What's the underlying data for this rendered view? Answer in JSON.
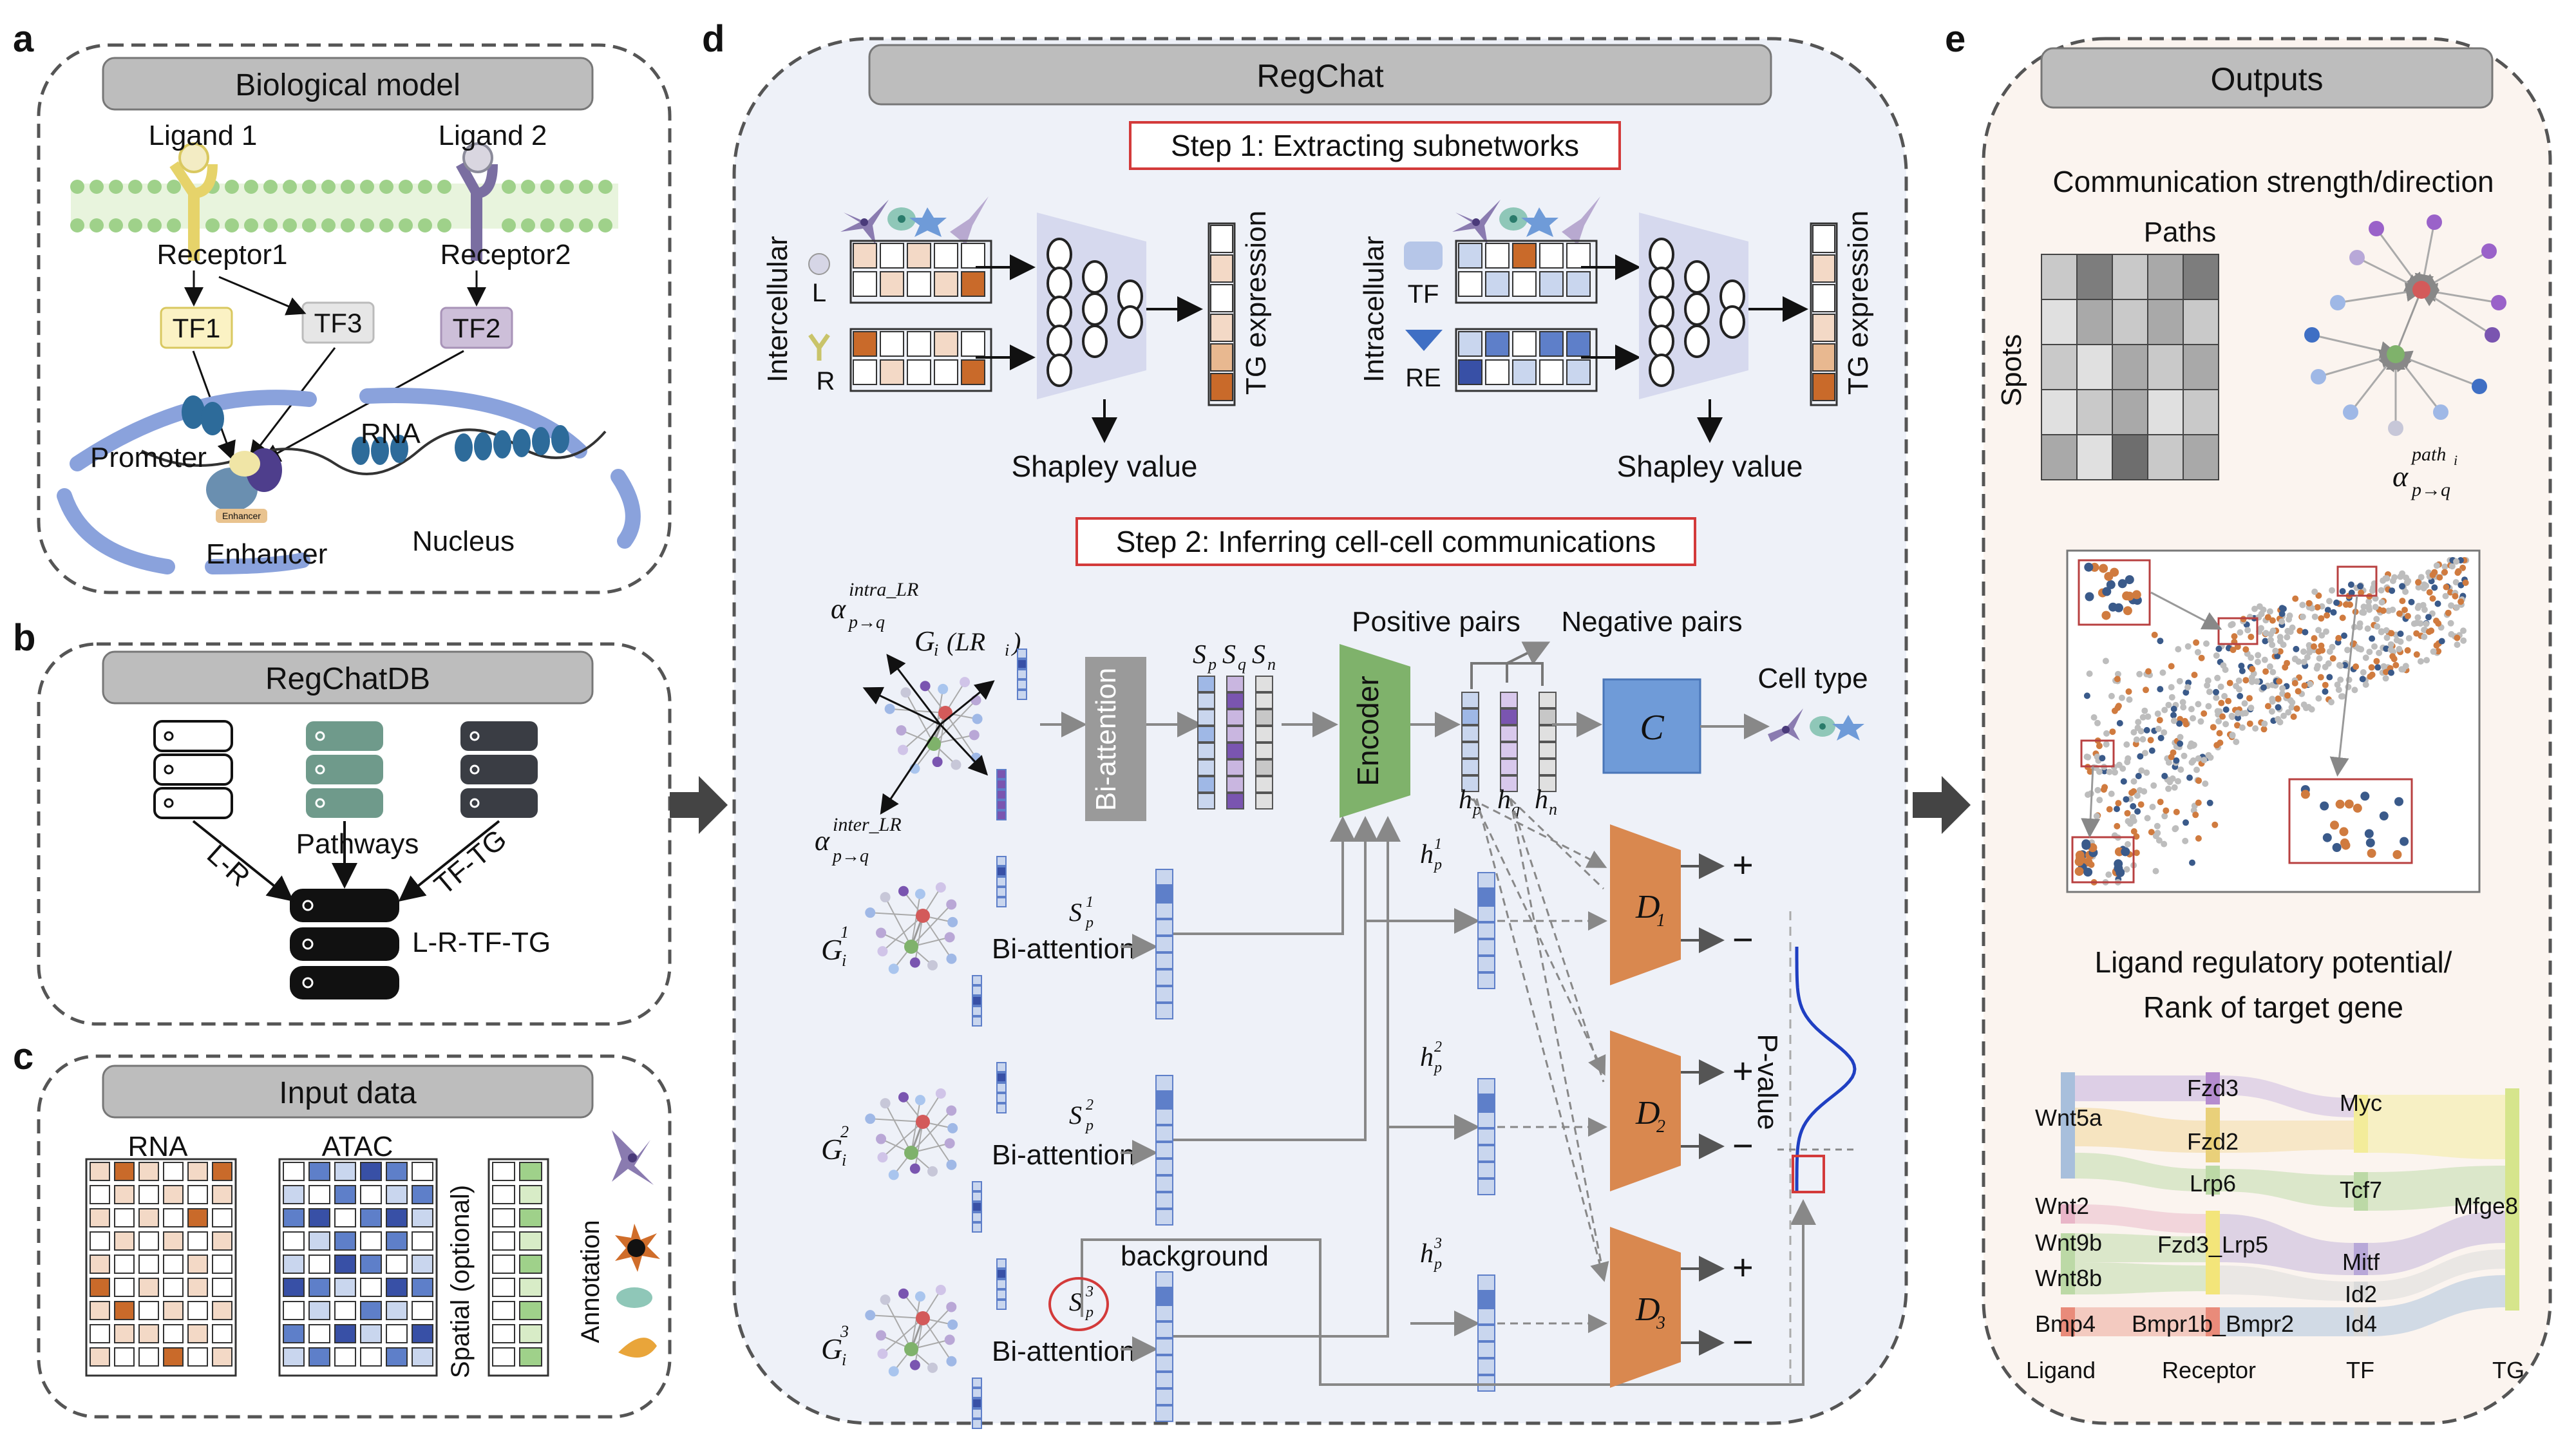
{
  "panel_letters": {
    "a": "a",
    "b": "b",
    "c": "c",
    "d": "d",
    "e": "e"
  },
  "panel_a": {
    "title": "Biological model",
    "ligand1": "Ligand 1",
    "ligand2": "Ligand 2",
    "receptor1": "Receptor1",
    "receptor2": "Receptor2",
    "tf1": "TF1",
    "tf2": "TF2",
    "tf3": "TF3",
    "promoter": "Promoter",
    "rna": "RNA",
    "enhancer": "Enhancer",
    "enhancer_small": "Enhancer",
    "nucleus": "Nucleus"
  },
  "panel_b": {
    "title": "RegChatDB",
    "pathways": "Pathways",
    "lr": "L-R",
    "tftg": "TF-TG",
    "db": "L-R-TF-TG"
  },
  "panel_c": {
    "title": "Input data",
    "rna": "RNA",
    "atac": "ATAC",
    "spatial": "Spatial (optional)",
    "annotation": "Annotation"
  },
  "panel_d": {
    "title": "RegChat",
    "step1": "Step 1: Extracting subnetworks",
    "step2": "Step 2: Inferring cell-cell communications",
    "intercellular": "Intercellular",
    "intracellular": "Intracellular",
    "L": "L",
    "R": "R",
    "TF": "TF",
    "RE": "RE",
    "tg_expression": "TG expression",
    "shapley": "Shapley value",
    "alpha_intra": "α",
    "alpha_intra_sup": "intra_LR",
    "alpha_intra_sub": "p→q",
    "alpha_inter_sup": "inter_LR",
    "gi": "G",
    "gi_rest": "(LR",
    "bi_attention": "Bi-attention",
    "sp": "S",
    "encoder": "Encoder",
    "positive_pairs": "Positive pairs",
    "negative_pairs": "Negative pairs",
    "cell_type": "Cell type",
    "classifier": "C",
    "h": "h",
    "d": "D",
    "plus": "+",
    "minus": "−",
    "background": "background",
    "pvalue": "P-value",
    "idx1": "1",
    "idx2": "2",
    "idx3": "3"
  },
  "panel_e": {
    "title": "Outputs",
    "comm_title": "Communication strength/direction",
    "paths": "Paths",
    "spots": "Spots",
    "alpha_path": "α",
    "alpha_path_sup": "path",
    "alpha_path_sub": "p→q",
    "lrp_title1": "Ligand regulatory potential/",
    "lrp_title2": "Rank of target gene",
    "ligands": [
      "Wnt5a",
      "Wnt2",
      "Wnt9b",
      "Wnt8b",
      "Bmp4"
    ],
    "receptors": [
      "Fzd3",
      "Fzd2",
      "Lrp6",
      "Fzd3_Lrp5",
      "Bmpr1b_Bmpr2"
    ],
    "tfs": [
      "Myc",
      "Tcf7",
      "Mitf",
      "Id2",
      "Id4"
    ],
    "tgs": [
      "Mfge8"
    ],
    "col_ligand": "Ligand",
    "col_receptor": "Receptor",
    "col_tf": "TF",
    "col_tg": "TG"
  },
  "colors": {
    "panel_border": "#555555",
    "header_fill": "#bdbdbd",
    "panel_d_bg": "#eef1f8",
    "panel_e_bg": "#fbf4ef",
    "encoder_green": "#7fb26b",
    "decoder_orange": "#d9884f",
    "classifier_blue": "#6f9bd8",
    "red_box": "#d33a3a",
    "blue_cell": "#5e7fc9",
    "orange_cell": "#d07b3f",
    "purple_cell": "#7a55b0",
    "green_cell": "#8fc07a"
  }
}
